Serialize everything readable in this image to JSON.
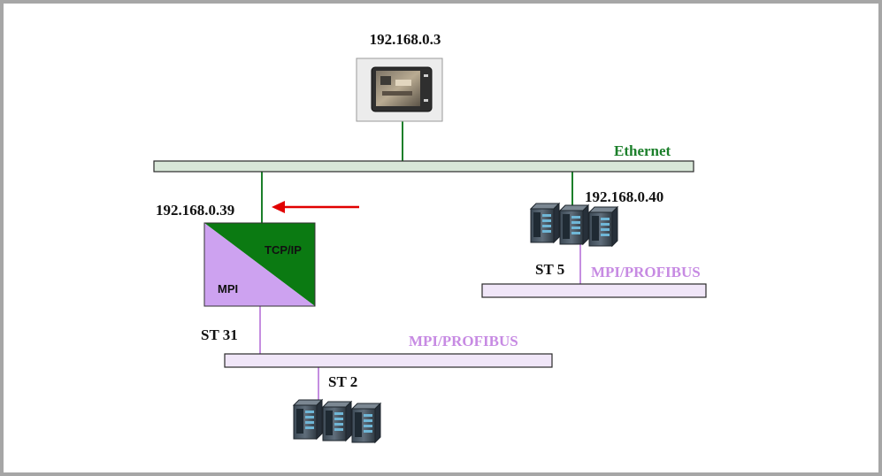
{
  "colors": {
    "frame": "#a6a6a6",
    "ethernet": "#1b7f2a",
    "ethernet_bar": "#d8e7d8",
    "mpi_line": "#c58ee0",
    "mpi_bar": "#f0e6f8",
    "mpi_label": "#c78be3",
    "gateway_green": "#0b7a12",
    "gateway_purple": "#cda2f0",
    "arrow": "#e10000",
    "text": "#111111"
  },
  "hmi": {
    "ip": "192.168.0.3",
    "icon": "hmi-panel-icon"
  },
  "ethernet": {
    "label": "Ethernet"
  },
  "gateway": {
    "ip": "192.168.0.39",
    "tcp_label": "TCP/IP",
    "mpi_label": "MPI",
    "station": "ST 31"
  },
  "plc_right": {
    "ip": "192.168.0.40",
    "station": "ST 5",
    "bus_label": "MPI/PROFIBUS",
    "icon": "plc-rack-icon"
  },
  "lower_bus": {
    "label": "MPI/PROFIBUS"
  },
  "plc_bottom": {
    "station": "ST 2",
    "icon": "plc-rack-icon"
  }
}
